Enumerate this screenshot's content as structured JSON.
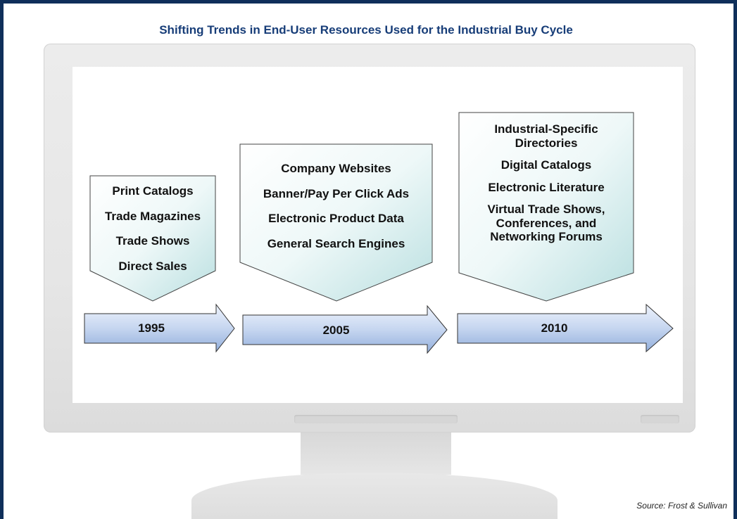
{
  "title": "Shifting Trends in End-User Resources Used for the Industrial Buy Cycle",
  "source": "Source: Frost & Sullivan",
  "colors": {
    "frame": "#0f2f5a",
    "title": "#173d78",
    "arrow_fill_top": "#e9f0fb",
    "arrow_fill_bottom": "#9fb8df",
    "callout_gradient_end": "#bfe3e3"
  },
  "periods": [
    {
      "year": "1995",
      "resources": [
        "Print Catalogs",
        "Trade Magazines",
        "Trade Shows",
        "Direct Sales"
      ]
    },
    {
      "year": "2005",
      "resources": [
        "Company Websites",
        "Banner/Pay Per Click Ads",
        "Electronic Product Data",
        "General Search Engines"
      ]
    },
    {
      "year": "2010",
      "resources": [
        "Industrial-Specific Directories",
        "Digital Catalogs",
        "Electronic Literature",
        "Virtual Trade Shows, Conferences, and Networking Forums"
      ]
    }
  ]
}
